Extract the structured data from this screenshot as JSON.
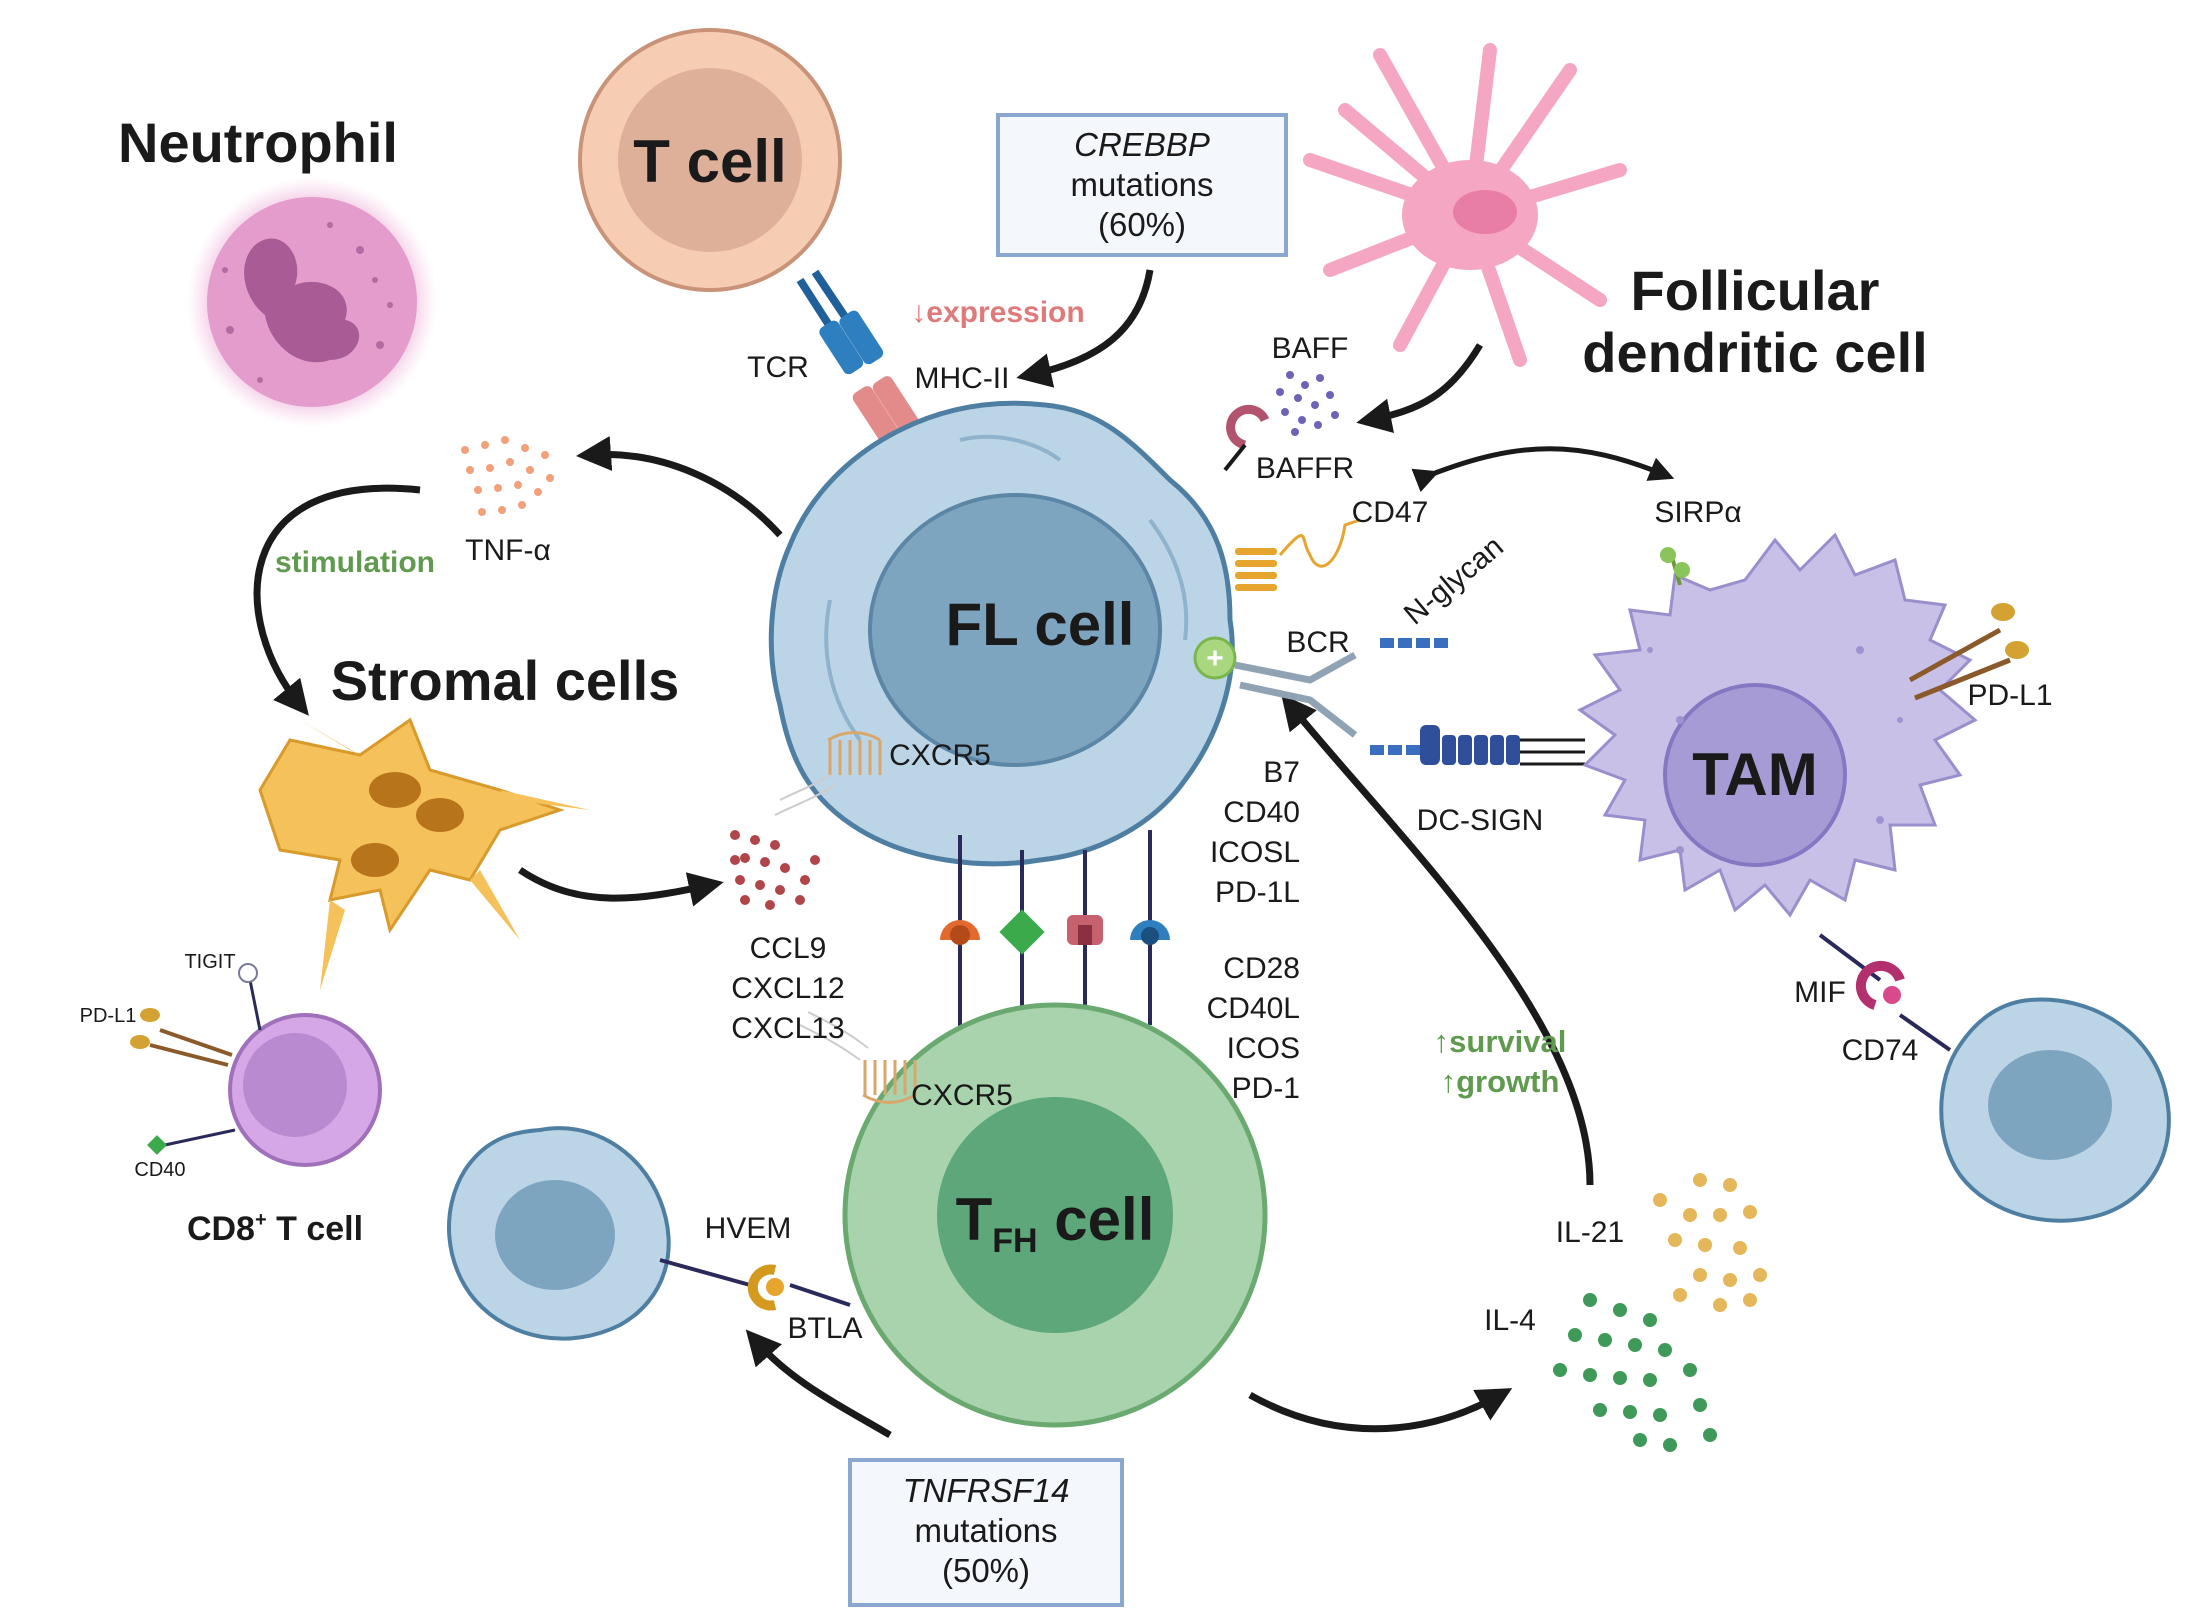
{
  "cells": {
    "neutrophil": "Neutrophil",
    "t_cell": "T cell",
    "fl_cell": "FL cell",
    "follicular_dc": [
      "Follicular",
      "dendritic cell"
    ],
    "stromal": "Stromal cells",
    "tam": "TAM",
    "tfh_main": "T",
    "tfh_sub": "FH",
    "tfh_suffix": " cell",
    "cd8_main": "CD8",
    "cd8_sup": "+",
    "cd8_suffix": " T cell"
  },
  "boxes": {
    "crebbp": {
      "gene": "CREBBP",
      "line2": "mutations",
      "line3": "(60%)"
    },
    "tnfrsf14": {
      "gene": "TNFRSF14",
      "line2": "mutations",
      "line3": "(50%)"
    }
  },
  "annotations": {
    "expression": "↓expression",
    "stimulation": "stimulation",
    "survival": "↑survival",
    "growth": "↑growth"
  },
  "molecules": {
    "tcr": "TCR",
    "mhc2": "MHC-II",
    "baff": "BAFF",
    "baffr": "BAFFR",
    "cd47": "CD47",
    "sirpa": "SIRPα",
    "nglycan": "N-glycan",
    "bcr": "BCR",
    "pdl1_tam": "PD-L1",
    "dcsign": "DC-SIGN",
    "tnfa": "TNF-α",
    "cxcr5_fl": "CXCR5",
    "cxcr5_tfh": "CXCR5",
    "chemokines": [
      "CCL9",
      "CXCL12",
      "CXCL13"
    ],
    "fl_ligands": [
      "B7",
      "CD40",
      "ICOSL",
      "PD-1L"
    ],
    "tfh_receptors": [
      "CD28",
      "CD40L",
      "ICOS",
      "PD-1"
    ],
    "mif": "MIF",
    "cd74": "CD74",
    "il21": "IL-21",
    "il4": "IL-4",
    "hvem": "HVEM",
    "btla": "BTLA",
    "tigit": "TIGIT",
    "pdl1_cd8": "PD-L1",
    "cd40_cd8": "CD40"
  },
  "colors": {
    "fl_body": "#bcd5e6",
    "fl_nucleus": "#7ea5c0",
    "tfh_outer": "#a9d3ad",
    "tfh_inner": "#5ea77a",
    "tam_body": "#c9c0e8",
    "tam_nucleus": "#a79bd6",
    "t_cell": "#f6cdb3",
    "neutrophil": "#e7a4d0",
    "fdc": "#f5a6c3",
    "stromal": "#f5c15a",
    "cd8": "#d5a7e6",
    "box_border": "#8aa8cf",
    "box_fill": "#f4f7fc",
    "green_text": "#5f9a4f",
    "red_text": "#e07a7a"
  }
}
